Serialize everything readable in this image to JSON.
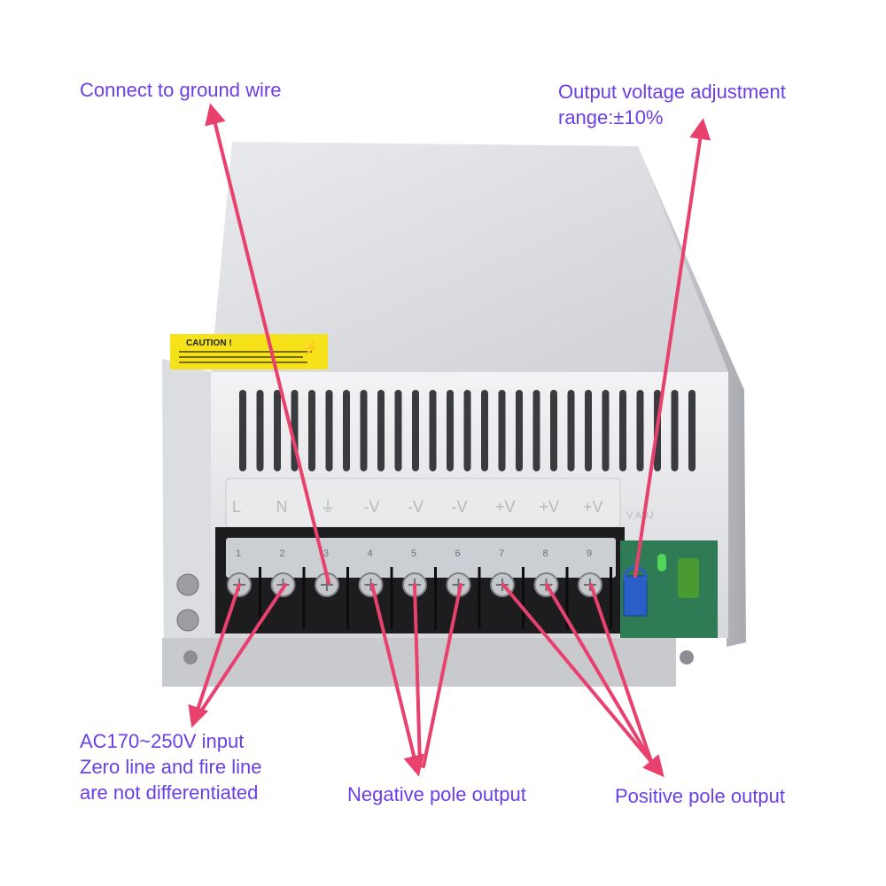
{
  "labels": {
    "ground": "Connect to ground wire",
    "voltage_line1": "Output voltage adjustment",
    "voltage_line2": "range:±10%",
    "ac_line1": "AC170~250V input",
    "ac_line2": "Zero line and fire line",
    "ac_line3": "are not differentiated",
    "negative": "Negative pole output",
    "positive": "Positive pole output"
  },
  "device": {
    "caution": "CAUTION !",
    "terminal_marks": [
      "L",
      "N",
      "⏚",
      "-V",
      "-V",
      "-V",
      "+V",
      "+V",
      "+V"
    ],
    "terminal_numbers": [
      "1",
      "2",
      "3",
      "4",
      "5",
      "6",
      "7",
      "8",
      "9"
    ],
    "adj_label": "V ADJ"
  },
  "colors": {
    "label_text": "#6a3fe6",
    "arrow": "#e8416e",
    "caution": "#f5e21b"
  }
}
